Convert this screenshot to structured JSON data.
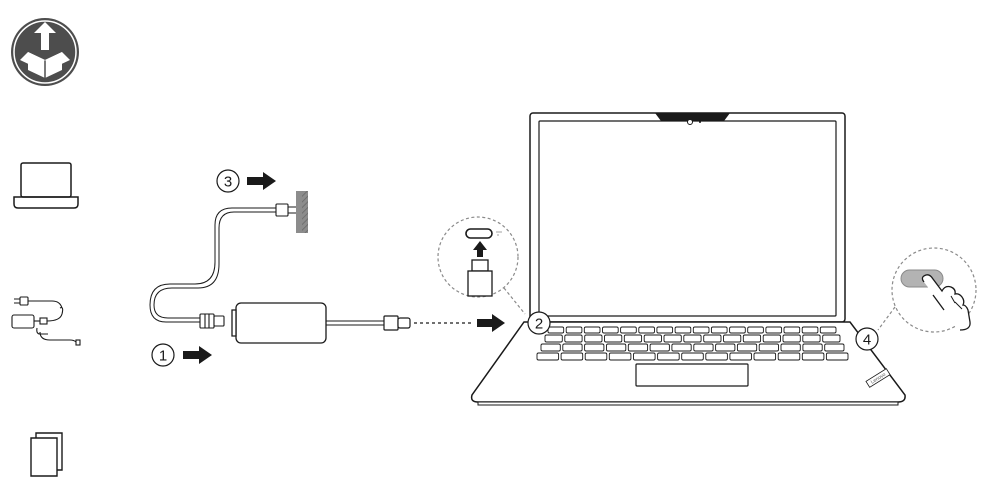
{
  "sidebar": {
    "items": [
      {
        "icon": "unbox-icon"
      },
      {
        "icon": "laptop-icon"
      },
      {
        "icon": "power-adapter-icon"
      },
      {
        "icon": "documents-icon"
      }
    ]
  },
  "steps": [
    {
      "number": "1",
      "instruction_icon": "arrow-right-icon"
    },
    {
      "number": "2",
      "instruction_icon": "arrow-right-icon"
    },
    {
      "number": "3",
      "instruction_icon": "arrow-right-icon"
    },
    {
      "number": "4"
    }
  ],
  "laptop": {
    "brand_logo": "Lenovo"
  },
  "colors": {
    "line": "#1a1a1a",
    "badge_bg": "#4d4d4d",
    "wall": "#8c8c8c",
    "power_button": "#b3b3b3",
    "callout_border": "#8a8a8a"
  }
}
